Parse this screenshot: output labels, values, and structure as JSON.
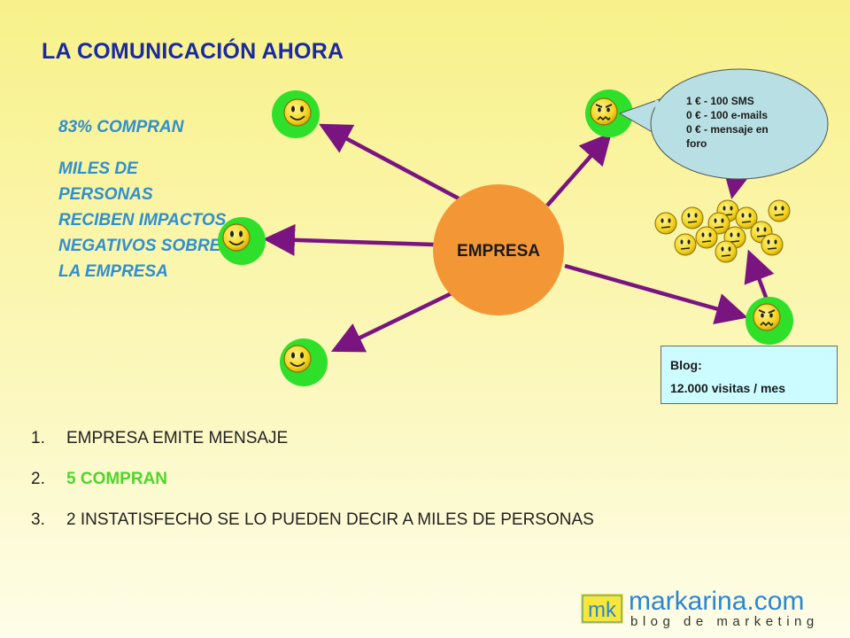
{
  "slide": {
    "title": "LA COMUNICACIÓN AHORA",
    "stat": "83% COMPRAN",
    "impact": "MILES DE PERSONAS RECIBEN IMPACTOS NEGATIVOS SOBRE LA EMPRESA"
  },
  "diagram": {
    "center_label": "EMPRESA",
    "bubble_lines": [
      "1 € - 100 SMS",
      "0 € - 100 e-mails",
      "0 € - mensaje en foro"
    ],
    "blog_title": "Blog:",
    "blog_visits": "12.000 visitas / mes"
  },
  "steps": [
    {
      "number": "1.",
      "text": "EMPRESA EMITE MENSAJE"
    },
    {
      "number": "2.",
      "text": "5 COMPRAN"
    },
    {
      "number": "3.",
      "text": "2 INSTATISFECHO  SE LO PUEDEN DECIR A MILES DE PERSONAS"
    }
  ],
  "logo": {
    "badge": "mk",
    "name": "markarina",
    "tld": ".com",
    "tagline": "blog de marketing"
  },
  "colors": {
    "title": "#1a2aa0",
    "accent_text": "#2f8fd0",
    "hub": "#f39636",
    "node": "#2fe02a",
    "arrow": "#7a1480",
    "bubble": "#b8dfe4",
    "blog_box": "#ccfcff",
    "highlight": "#4fd62a"
  }
}
